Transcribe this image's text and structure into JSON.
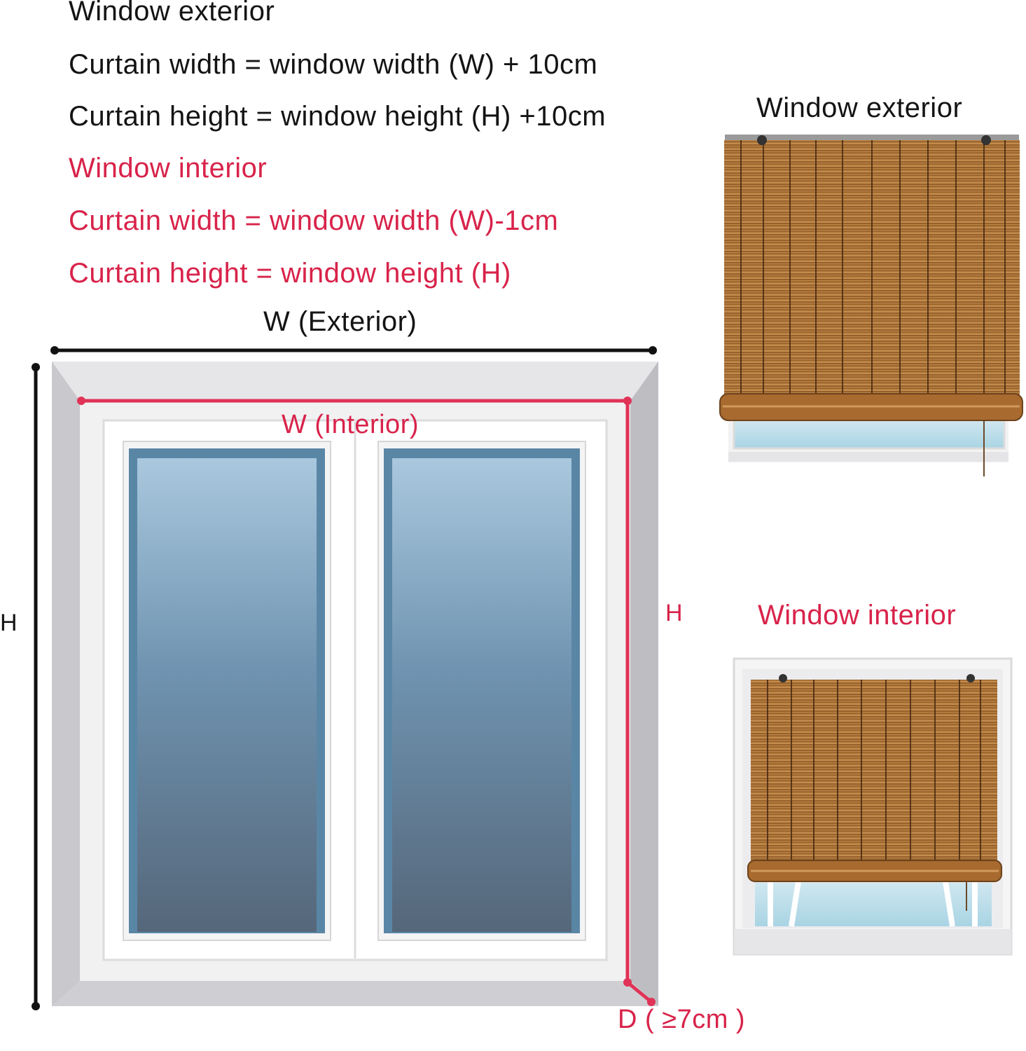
{
  "instructions": {
    "exterior_heading": "Window exterior",
    "exterior_width_rule": "Curtain width = window width (W) + 10cm",
    "exterior_height_rule": "Curtain height = window height (H) +10cm",
    "interior_heading": "Window interior",
    "interior_width_rule": "Curtain width = window width (W)-1cm",
    "interior_height_rule": "Curtain height = window height (H)"
  },
  "diagram": {
    "width_exterior_label": "W (Exterior)",
    "width_interior_label": "W (Interior)",
    "height_exterior_label": "H",
    "height_interior_label": "H",
    "depth_label": "D ( ≥7cm )"
  },
  "examples": {
    "exterior_caption": "Window exterior",
    "interior_caption": "Window interior"
  },
  "colors": {
    "exterior_text": "#141414",
    "interior_accent": "#d8234a",
    "reed_base": "#b0783c"
  }
}
